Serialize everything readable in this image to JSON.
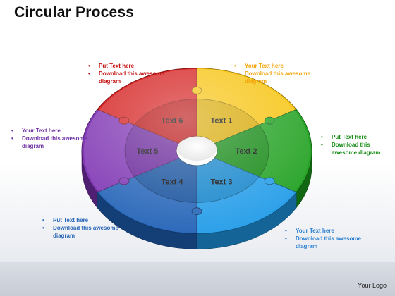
{
  "title": "Circular Process",
  "logo": "Your Logo",
  "segments": [
    {
      "label": "Text 1",
      "color": "#f7c20a"
    },
    {
      "label": "Text 2",
      "color": "#1b9e1b"
    },
    {
      "label": "Text 3",
      "color": "#1e9ae8"
    },
    {
      "label": "Text 4",
      "color": "#1e5fb5"
    },
    {
      "label": "Text 5",
      "color": "#7a2fb0"
    },
    {
      "label": "Text 6",
      "color": "#d41a1a"
    }
  ],
  "notes": [
    {
      "color": "#c31212",
      "lines": [
        "Put Text  here",
        "Download this awesome diagram"
      ]
    },
    {
      "color": "#f2a50a",
      "lines": [
        "Your Text here",
        "Download this awesome diagram"
      ]
    },
    {
      "color": "#6d2fa5",
      "lines": [
        "Your Text here",
        "Download this awesome diagram"
      ]
    },
    {
      "color": "#178c17",
      "lines": [
        "Put Text here",
        "Download this awesome diagram"
      ]
    },
    {
      "color": "#2a67b8",
      "lines": [
        "Put Text here",
        "Download this awesome diagram"
      ]
    },
    {
      "color": "#2a7fcf",
      "lines": [
        "Your Text here",
        "Download this awesome diagram"
      ]
    }
  ]
}
